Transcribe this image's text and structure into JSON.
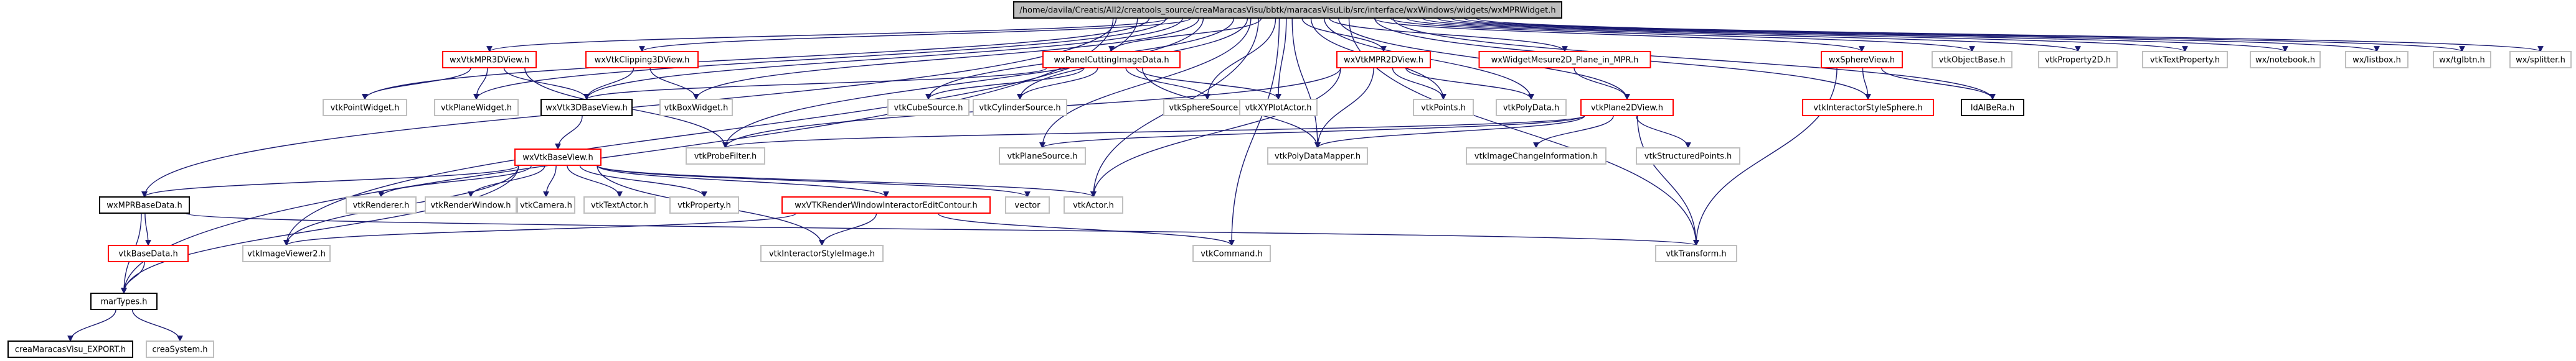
{
  "diagram": {
    "type": "include-dependency-graph",
    "colors": {
      "edge": "#191970",
      "root_fill": "#bfbfbf",
      "default_fill": "#ffffff",
      "box_black": "#000000",
      "box_red": "#ff0000",
      "box_grey": "#bfbfbf",
      "text": "#000000"
    },
    "nodes": [
      {
        "id": "root",
        "label": "/home/davila/Creatis/All2/creatools_source/creaMaracasVisu/bbtk/maracasVisuLib/src/interface/wxWindows/widgets/wxMPRWidget.h",
        "style": "root"
      },
      {
        "id": "wxvtkmpr3dview",
        "label": "wxVtkMPR3DView.h",
        "style": "red"
      },
      {
        "id": "wxvtkclipping3dview",
        "label": "wxVtkClipping3DView.h",
        "style": "red"
      },
      {
        "id": "wxpanelcutting",
        "label": "wxPanelCuttingImageData.h",
        "style": "red"
      },
      {
        "id": "wxvtkmpr2dview",
        "label": "wxVtkMPR2DView.h",
        "style": "red"
      },
      {
        "id": "wxwidgetmesure",
        "label": "wxWidgetMesure2D_Plane_in_MPR.h",
        "style": "red"
      },
      {
        "id": "wxsphereview",
        "label": "wxSphereView.h",
        "style": "red"
      },
      {
        "id": "vtkobjectbase",
        "label": "vtkObjectBase.h",
        "style": "grey"
      },
      {
        "id": "vtkproperty2d",
        "label": "vtkProperty2D.h",
        "style": "grey"
      },
      {
        "id": "vtktextproperty",
        "label": "vtkTextProperty.h",
        "style": "grey"
      },
      {
        "id": "wxnotebook",
        "label": "wx/notebook.h",
        "style": "grey"
      },
      {
        "id": "wxlistbox",
        "label": "wx/listbox.h",
        "style": "grey"
      },
      {
        "id": "wxtglbtn",
        "label": "wx/tglbtn.h",
        "style": "grey"
      },
      {
        "id": "wxsplitter",
        "label": "wx/splitter.h",
        "style": "grey"
      },
      {
        "id": "vtkpointwidget",
        "label": "vtkPointWidget.h",
        "style": "grey"
      },
      {
        "id": "vtkplanewidget",
        "label": "vtkPlaneWidget.h",
        "style": "grey"
      },
      {
        "id": "wxvtk3dbaseview",
        "label": "wxVtk3DBaseView.h",
        "style": "black"
      },
      {
        "id": "vtkboxwidget",
        "label": "vtkBoxWidget.h",
        "style": "grey"
      },
      {
        "id": "vtkcubesource",
        "label": "vtkCubeSource.h",
        "style": "grey"
      },
      {
        "id": "vtkcylindersource",
        "label": "vtkCylinderSource.h",
        "style": "grey"
      },
      {
        "id": "vtkspheresource",
        "label": "vtkSphereSource.h",
        "style": "grey"
      },
      {
        "id": "vtkxyplotactor",
        "label": "vtkXYPlotActor.h",
        "style": "grey"
      },
      {
        "id": "vtkpoints",
        "label": "vtkPoints.h",
        "style": "grey"
      },
      {
        "id": "vtkpolydata",
        "label": "vtkPolyData.h",
        "style": "grey"
      },
      {
        "id": "vtkplane2dview",
        "label": "vtkPlane2DView.h",
        "style": "red"
      },
      {
        "id": "vtkinteractorstylesphere",
        "label": "vtkInteractorStyleSphere.h",
        "style": "red"
      },
      {
        "id": "idalbera",
        "label": "IdAlBeRa.h",
        "style": "black"
      },
      {
        "id": "vtkprobefilter",
        "label": "vtkProbeFilter.h",
        "style": "grey"
      },
      {
        "id": "vtkplanesource",
        "label": "vtkPlaneSource.h",
        "style": "grey"
      },
      {
        "id": "vtkpolydatamapper",
        "label": "vtkPolyDataMapper.h",
        "style": "grey"
      },
      {
        "id": "vtkimagechangeinformation",
        "label": "vtkImageChangeInformation.h",
        "style": "grey"
      },
      {
        "id": "vtkstructuredpoints",
        "label": "vtkStructuredPoints.h",
        "style": "grey"
      },
      {
        "id": "wxvtkbaseview",
        "label": "wxVtkBaseView.h",
        "style": "red"
      },
      {
        "id": "wxmprbasedata",
        "label": "wxMPRBaseData.h",
        "style": "black"
      },
      {
        "id": "vtkrenderer",
        "label": "vtkRenderer.h",
        "style": "grey"
      },
      {
        "id": "vtkrenderwindow",
        "label": "vtkRenderWindow.h",
        "style": "grey"
      },
      {
        "id": "vtkcamera",
        "label": "vtkCamera.h",
        "style": "grey"
      },
      {
        "id": "vtktextactor",
        "label": "vtkTextActor.h",
        "style": "grey"
      },
      {
        "id": "vtkproperty",
        "label": "vtkProperty.h",
        "style": "grey"
      },
      {
        "id": "wxvtkrenderwindow",
        "label": "wxVTKRenderWindowInteractorEditContour.h",
        "style": "red"
      },
      {
        "id": "vector",
        "label": "vector",
        "style": "grey"
      },
      {
        "id": "vtkactor",
        "label": "vtkActor.h",
        "style": "grey"
      },
      {
        "id": "vtkbasedata",
        "label": "vtkBaseData.h",
        "style": "red"
      },
      {
        "id": "vtkimageviewer2",
        "label": "vtkImageViewer2.h",
        "style": "grey"
      },
      {
        "id": "vtkinteractorstyleimage",
        "label": "vtkInteractorStyleImage.h",
        "style": "grey"
      },
      {
        "id": "vtkcommand",
        "label": "vtkCommand.h",
        "style": "grey"
      },
      {
        "id": "vtktransform",
        "label": "vtkTransform.h",
        "style": "grey"
      },
      {
        "id": "martypes",
        "label": "marTypes.h",
        "style": "black"
      },
      {
        "id": "creaexport",
        "label": "creaMaracasVisu_EXPORT.h",
        "style": "black"
      },
      {
        "id": "creasystem",
        "label": "creaSystem.h",
        "style": "grey"
      }
    ],
    "edges": [
      [
        "root",
        "wxvtkmpr3dview"
      ],
      [
        "root",
        "wxvtkclipping3dview"
      ],
      [
        "root",
        "wxpanelcutting"
      ],
      [
        "root",
        "wxvtkmpr2dview"
      ],
      [
        "root",
        "wxwidgetmesure"
      ],
      [
        "root",
        "wxsphereview"
      ],
      [
        "root",
        "vtkobjectbase"
      ],
      [
        "root",
        "vtkproperty2d"
      ],
      [
        "root",
        "vtktextproperty"
      ],
      [
        "root",
        "wxnotebook"
      ],
      [
        "root",
        "wxlistbox"
      ],
      [
        "root",
        "wxtglbtn"
      ],
      [
        "root",
        "wxsplitter"
      ],
      [
        "root",
        "vtkpointwidget"
      ],
      [
        "root",
        "vtkplanewidget"
      ],
      [
        "root",
        "wxvtk3dbaseview"
      ],
      [
        "root",
        "vtkboxwidget"
      ],
      [
        "root",
        "vtkcubesource"
      ],
      [
        "root",
        "vtkcylindersource"
      ],
      [
        "root",
        "vtkspheresource"
      ],
      [
        "root",
        "vtkxyplotactor"
      ],
      [
        "root",
        "vtkpoints"
      ],
      [
        "root",
        "vtkpolydata"
      ],
      [
        "root",
        "vtkplane2dview"
      ],
      [
        "root",
        "idalbera"
      ],
      [
        "root",
        "vtkprobefilter"
      ],
      [
        "root",
        "vtkplanesource"
      ],
      [
        "root",
        "vtkpolydatamapper"
      ],
      [
        "root",
        "vtkimageviewer2"
      ],
      [
        "root",
        "wxmprbasedata"
      ],
      [
        "root",
        "vtkcommand"
      ],
      [
        "root",
        "vtktransform"
      ],
      [
        "root",
        "martypes"
      ],
      [
        "root",
        "vtkactor"
      ],
      [
        "root",
        "vtkinteractorstylesphere"
      ],
      [
        "wxvtkmpr3dview",
        "vtkpointwidget"
      ],
      [
        "wxvtkmpr3dview",
        "vtkplanewidget"
      ],
      [
        "wxvtkmpr3dview",
        "wxvtk3dbaseview"
      ],
      [
        "wxvtkmpr3dview",
        "vtkprobefilter"
      ],
      [
        "wxvtkclipping3dview",
        "wxvtk3dbaseview"
      ],
      [
        "wxvtkclipping3dview",
        "vtkboxwidget"
      ],
      [
        "wxpanelcutting",
        "wxvtk3dbaseview"
      ],
      [
        "wxpanelcutting",
        "vtkcubesource"
      ],
      [
        "wxpanelcutting",
        "vtkcylindersource"
      ],
      [
        "wxpanelcutting",
        "vtkspheresource"
      ],
      [
        "wxpanelcutting",
        "vtkxyplotactor"
      ],
      [
        "wxpanelcutting",
        "vtkpolydatamapper"
      ],
      [
        "wxvtkmpr2dview",
        "vtkpoints"
      ],
      [
        "wxvtkmpr2dview",
        "vtkpolydata"
      ],
      [
        "wxvtkmpr2dview",
        "vtkpolydatamapper"
      ],
      [
        "wxvtkmpr2dview",
        "vtkactor"
      ],
      [
        "wxvtkmpr2dview",
        "vtkprobefilter"
      ],
      [
        "wxwidgetmesure",
        "vtkplane2dview"
      ],
      [
        "wxsphereview",
        "vtkinteractorstylesphere"
      ],
      [
        "wxsphereview",
        "idalbera"
      ],
      [
        "wxsphereview",
        "vtktransform"
      ],
      [
        "vtkplane2dview",
        "vtkprobefilter"
      ],
      [
        "vtkplane2dview",
        "vtkplanesource"
      ],
      [
        "vtkplane2dview",
        "vtkpolydatamapper"
      ],
      [
        "vtkplane2dview",
        "vtkimagechangeinformation"
      ],
      [
        "vtkplane2dview",
        "vtkstructuredpoints"
      ],
      [
        "vtkplane2dview",
        "vtktransform"
      ],
      [
        "wxvtk3dbaseview",
        "wxvtkbaseview"
      ],
      [
        "wxvtkbaseview",
        "wxmprbasedata"
      ],
      [
        "wxvtkbaseview",
        "vtkrenderer"
      ],
      [
        "wxvtkbaseview",
        "vtkrenderwindow"
      ],
      [
        "wxvtkbaseview",
        "vtkcamera"
      ],
      [
        "wxvtkbaseview",
        "vtktextactor"
      ],
      [
        "wxvtkbaseview",
        "vtkproperty"
      ],
      [
        "wxvtkbaseview",
        "wxvtkrenderwindow"
      ],
      [
        "wxvtkbaseview",
        "vector"
      ],
      [
        "wxvtkbaseview",
        "vtkactor"
      ],
      [
        "wxvtkbaseview",
        "vtkimageviewer2"
      ],
      [
        "wxvtkbaseview",
        "vtkinteractorstyleimage"
      ],
      [
        "wxvtkbaseview",
        "martypes"
      ],
      [
        "wxmprbasedata",
        "vtkbasedata"
      ],
      [
        "wxmprbasedata",
        "vtktransform"
      ],
      [
        "wxmprbasedata",
        "martypes"
      ],
      [
        "vtkbasedata",
        "martypes"
      ],
      [
        "wxvtkrenderwindow",
        "vtkimageviewer2"
      ],
      [
        "wxvtkrenderwindow",
        "vtkinteractorstyleimage"
      ],
      [
        "wxvtkrenderwindow",
        "vtkcommand"
      ],
      [
        "martypes",
        "creaexport"
      ],
      [
        "martypes",
        "creasystem"
      ]
    ]
  }
}
